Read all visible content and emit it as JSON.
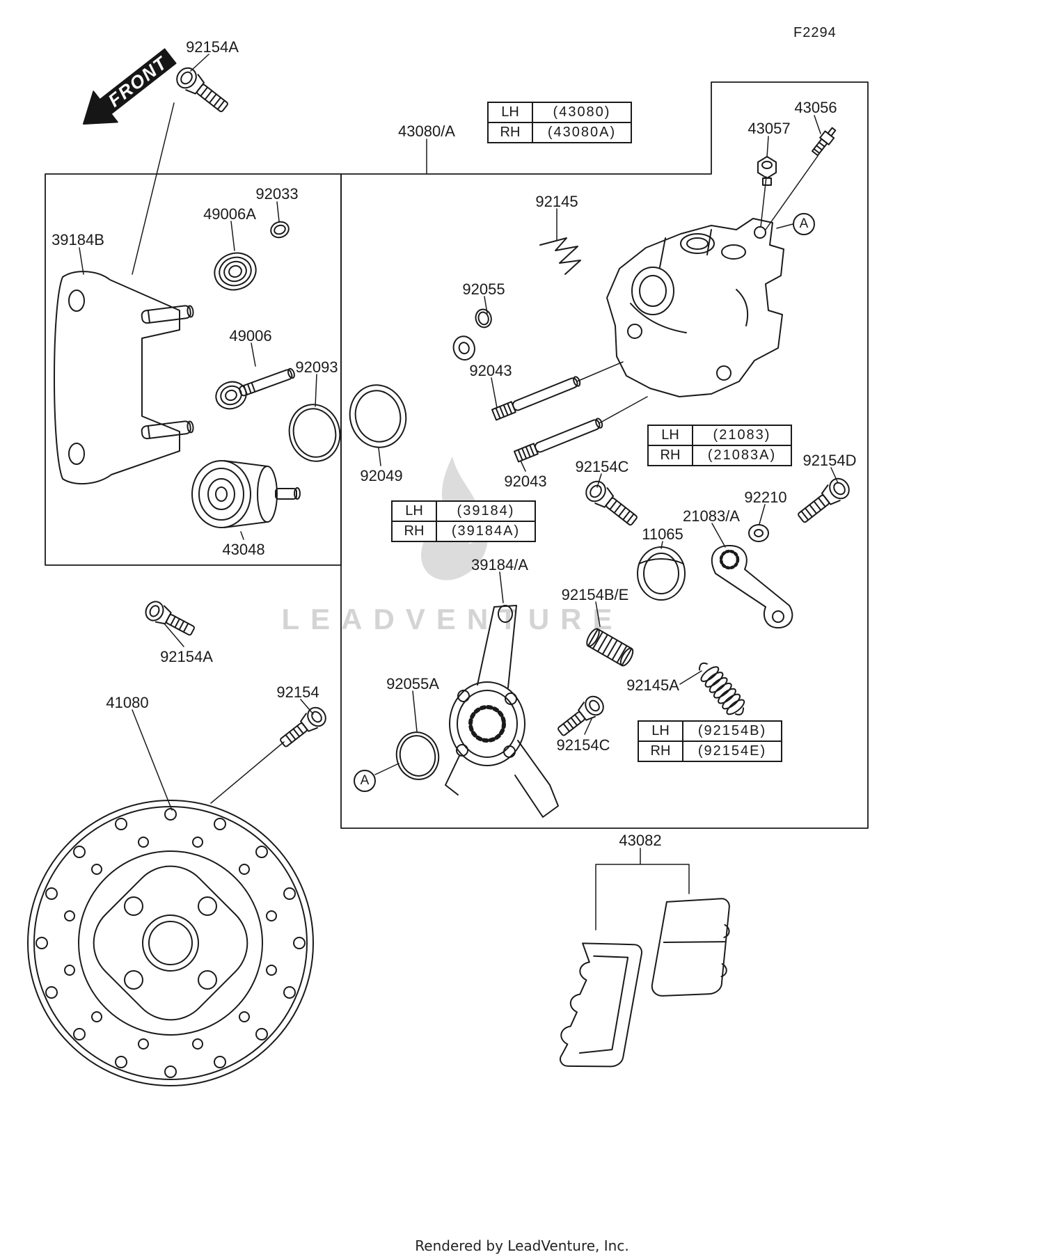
{
  "page": {
    "figure_code": "F2294",
    "front_label": "FRONT",
    "watermark": "LEADVENTURE",
    "footer": "Rendered by LeadVenture, Inc."
  },
  "callout_letter": "A",
  "labels": [
    "92154A",
    "43080/A",
    "43057",
    "43056",
    "92033",
    "49006A",
    "39184B",
    "92145",
    "92055",
    "49006",
    "92093",
    "92043",
    "92049",
    "92043",
    "92154C",
    "92154D",
    "92210",
    "21083/A",
    "11065",
    "39184/A",
    "92154B/E",
    "43048",
    "92154A",
    "92154",
    "92055A",
    "41080",
    "92145A",
    "92154C",
    "43082"
  ],
  "tables": [
    {
      "rows": [
        [
          "LH",
          "(43080)"
        ],
        [
          "RH",
          "(43080A)"
        ]
      ]
    },
    {
      "rows": [
        [
          "LH",
          "(21083)"
        ],
        [
          "RH",
          "(21083A)"
        ]
      ]
    },
    {
      "rows": [
        [
          "LH",
          "(39184)"
        ],
        [
          "RH",
          "(39184A)"
        ]
      ]
    },
    {
      "rows": [
        [
          "LH",
          "(92154B)"
        ],
        [
          "RH",
          "(92154E)"
        ]
      ]
    }
  ]
}
